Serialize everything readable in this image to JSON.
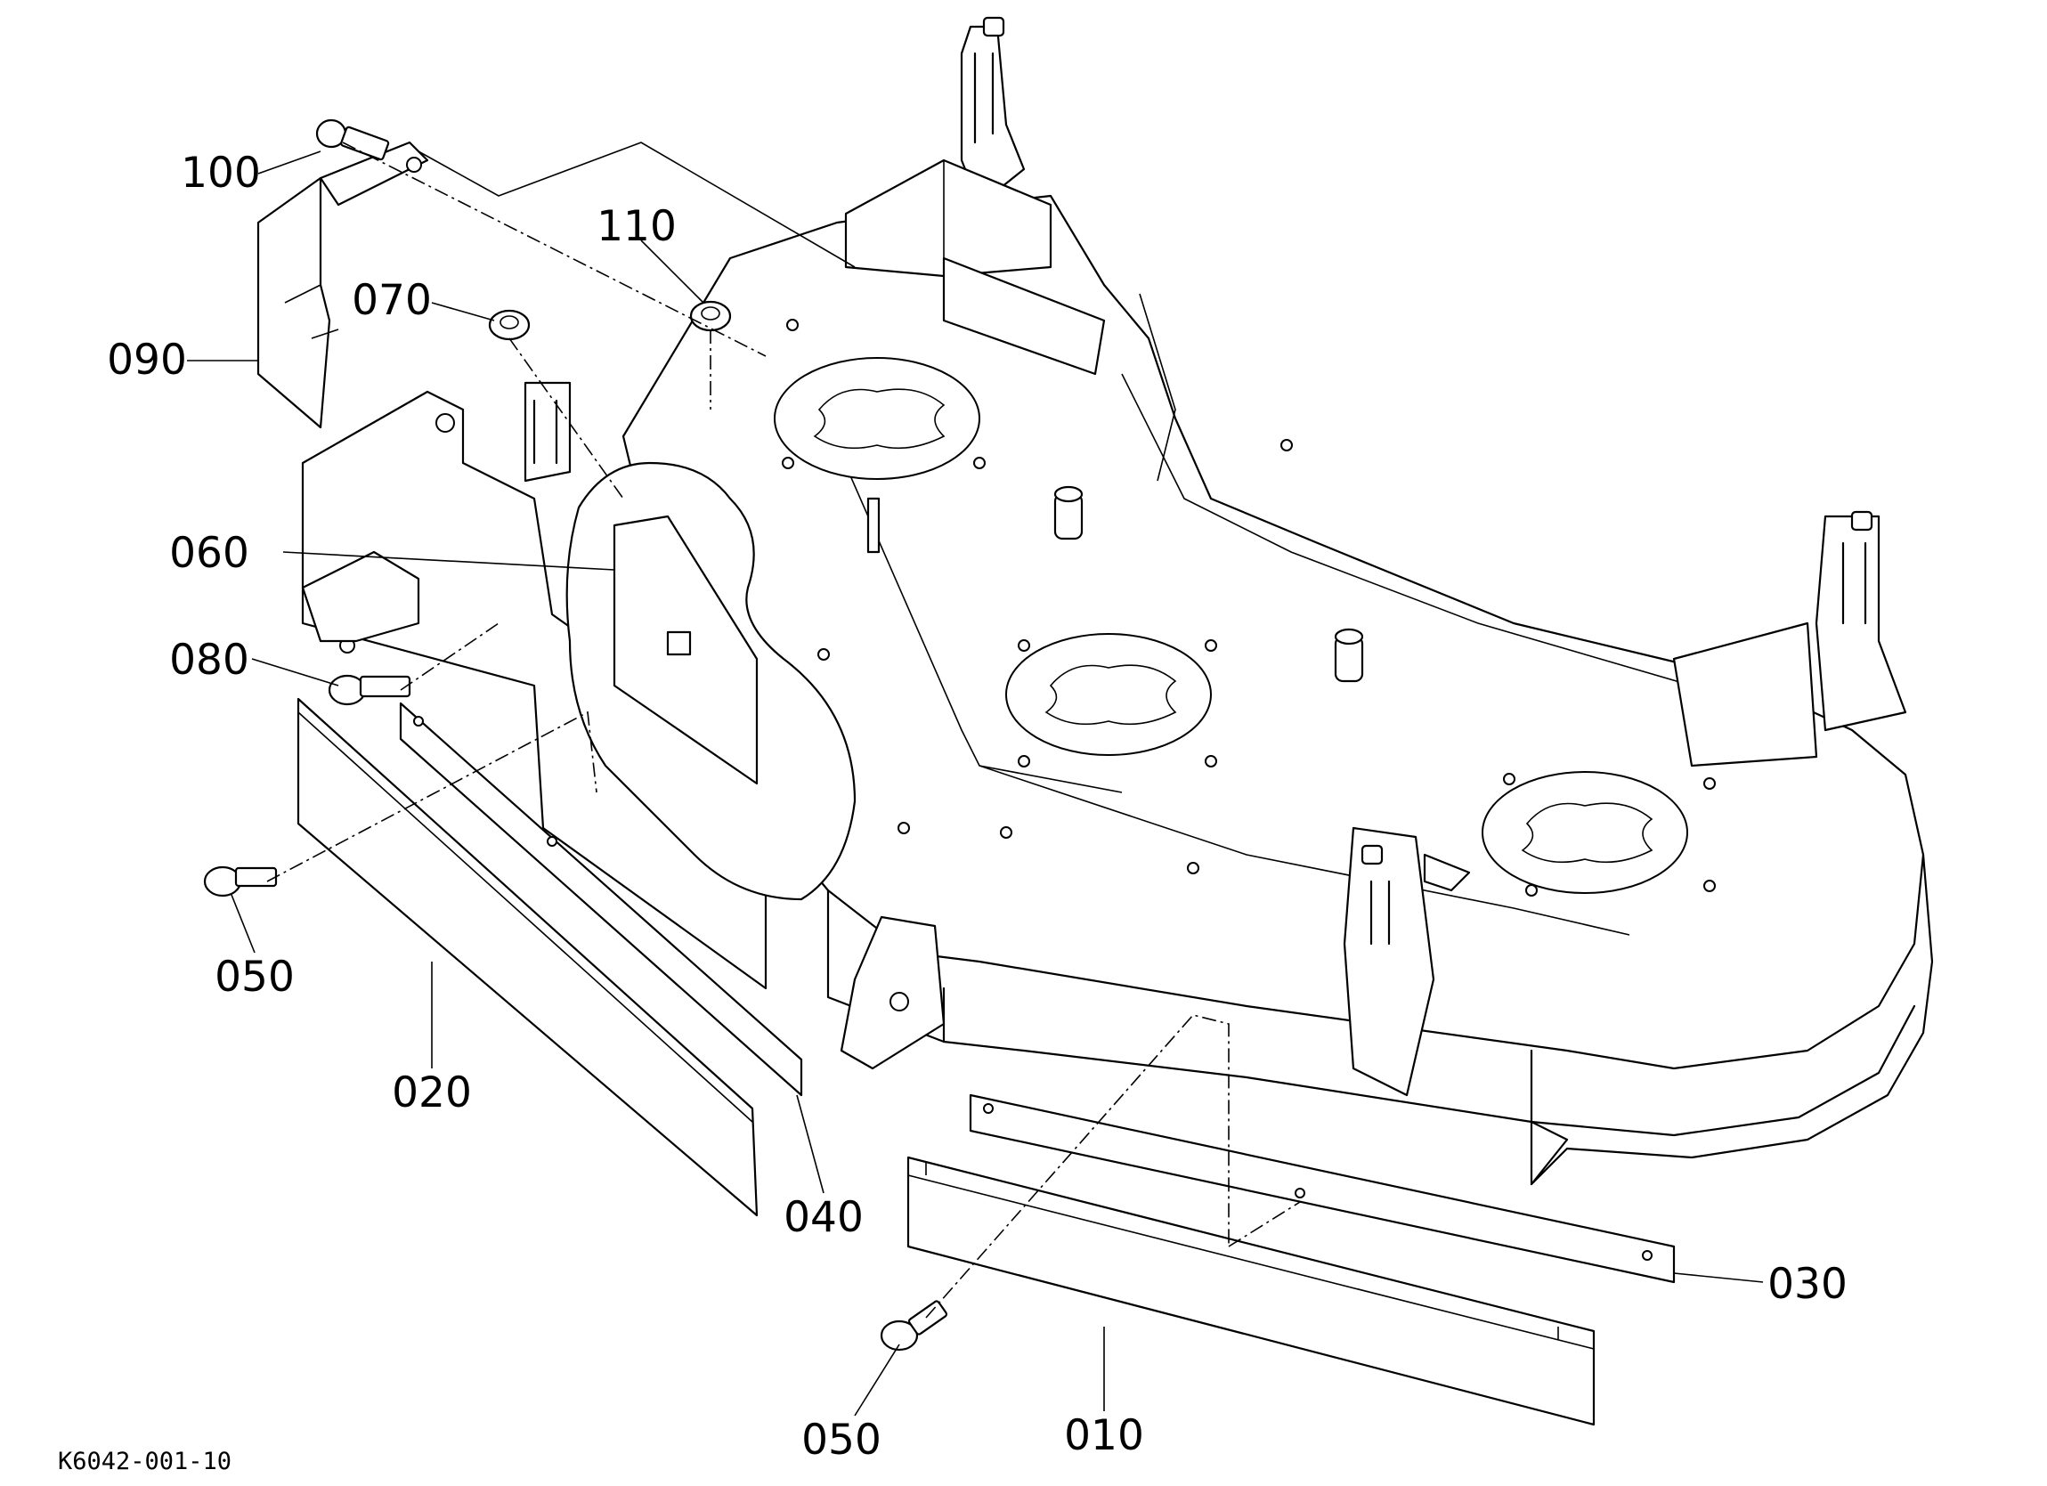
{
  "figure_code": "K6042-001-10",
  "part_labels": {
    "p010": "010",
    "p020": "020",
    "p030": "030",
    "p040": "040",
    "p050_left": "050",
    "p050_bottom": "050",
    "p060": "060",
    "p070": "070",
    "p080": "080",
    "p090": "090",
    "p100": "100",
    "p110": "110"
  }
}
